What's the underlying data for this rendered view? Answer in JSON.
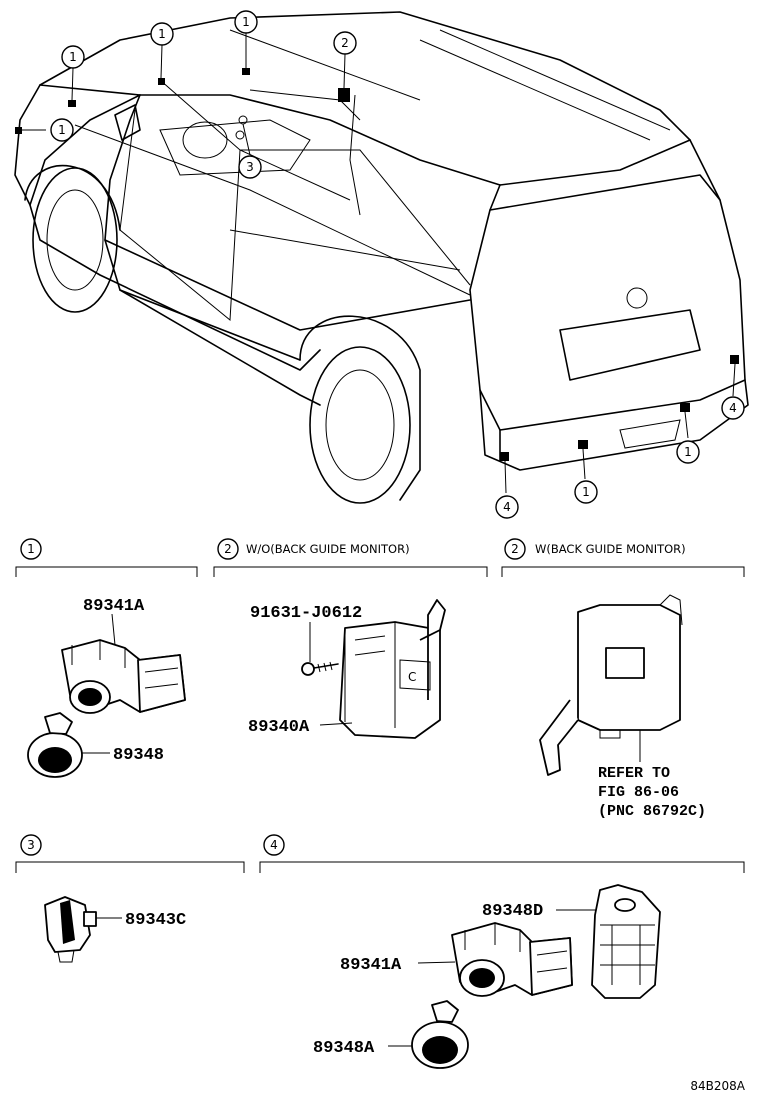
{
  "overview": {
    "callouts": [
      "1",
      "1",
      "1",
      "2",
      "1",
      "3",
      "4",
      "1",
      "1",
      "4"
    ]
  },
  "sections": [
    {
      "num": "1",
      "title": ""
    },
    {
      "num": "2",
      "title": "W/O(BACK GUIDE MONITOR)"
    },
    {
      "num": "2",
      "title": "W(BACK GUIDE MONITOR)"
    },
    {
      "num": "3",
      "title": ""
    },
    {
      "num": "4",
      "title": ""
    }
  ],
  "parts": {
    "s1_sensor": "89341A",
    "s1_retainer": "89348",
    "s2_screw": "91631-J0612",
    "s2_ecu": "89340A",
    "s2b_ref_lines": [
      "REFER TO",
      "FIG 86-06",
      "(PNC 86792C)"
    ],
    "s3_sensor": "89343C",
    "s4_bracket": "89348D",
    "s4_sensor": "89341A",
    "s4_retainer": "89348A"
  },
  "diagram_code": "84B208A"
}
